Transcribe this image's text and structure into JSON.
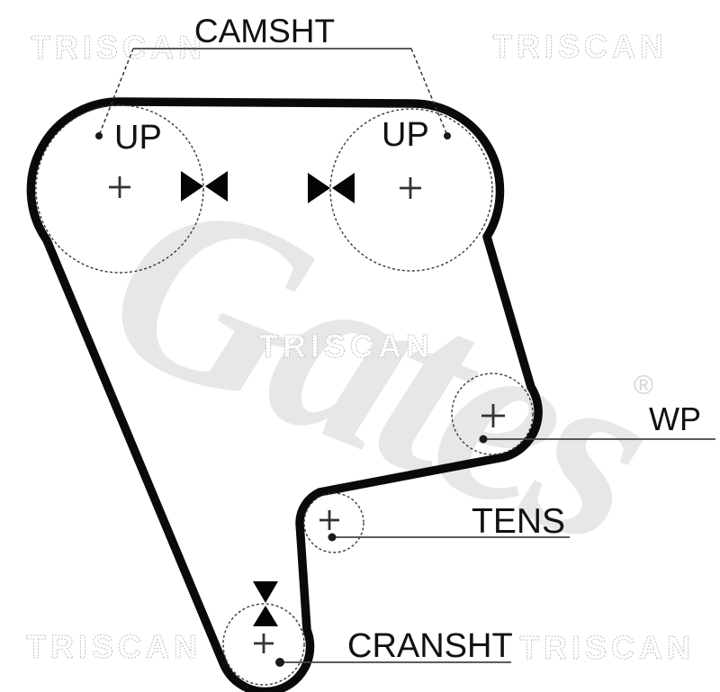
{
  "labels": {
    "camshaft": "CAMSHT",
    "up_left": "UP",
    "up_right": "UP",
    "water_pump": "WP",
    "tensioner": "TENS",
    "crankshaft": "CRANSHT"
  },
  "watermarks": {
    "triscan": "TRISCAN",
    "gates": "Gates",
    "registered_mark": "®"
  },
  "pulleys": [
    {
      "id": "camshaft-left",
      "label": "UP",
      "center_mark": "+"
    },
    {
      "id": "camshaft-right",
      "label": "UP",
      "center_mark": "+"
    },
    {
      "id": "water-pump",
      "label": "WP",
      "center_mark": "+"
    },
    {
      "id": "tensioner",
      "label": "TENS",
      "center_mark": "+"
    },
    {
      "id": "crankshaft",
      "label": "CRANSHT",
      "center_mark": "+"
    }
  ],
  "icons": {
    "direction_marker": "opposed-solid-triangles",
    "center_mark": "plus-cross"
  },
  "colors": {
    "belt": "#0a0a0a",
    "label_text": "#111111",
    "leader_line": "#444444",
    "watermark_outline": "#c2c2c2",
    "gates_watermark": "#e7e7e7",
    "background": "#ffffff"
  }
}
